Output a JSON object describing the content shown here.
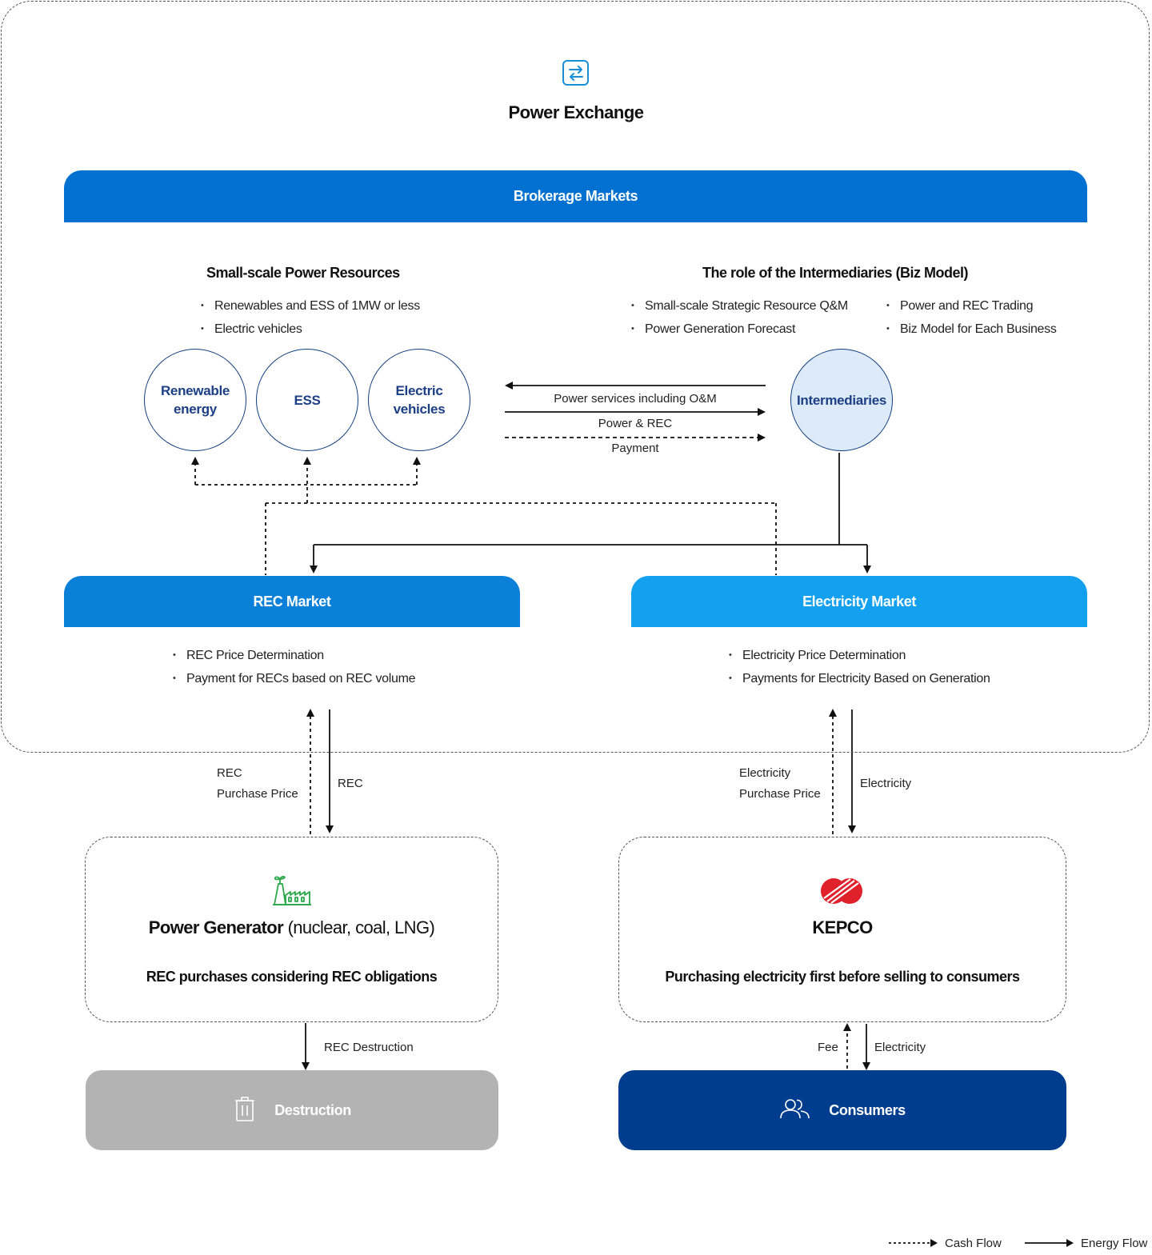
{
  "header": {
    "icon": "exchange-arrows-icon",
    "title": "Power Exchange"
  },
  "brokerage": {
    "label": "Brokerage Markets"
  },
  "small_scale": {
    "heading": "Small-scale Power Resources",
    "bullets": [
      "Renewables and ESS of 1MW or less",
      "Electric vehicles"
    ],
    "circles": [
      "Renewable energy",
      "ESS",
      "Electric vehicles"
    ]
  },
  "intermediaries": {
    "heading": "The role of the Intermediaries (Biz Model)",
    "bullets_left": [
      "Small-scale Strategic Resource Q&M",
      "Power Generation Forecast"
    ],
    "bullets_right": [
      "Power and REC Trading",
      "Biz Model for Each Business"
    ],
    "circle": "Intermediaries"
  },
  "flows": {
    "services": "Power services including O&M",
    "power_rec": "Power & REC",
    "payment": "Payment"
  },
  "rec_market": {
    "label": "REC Market",
    "bullets": [
      "REC Price Determination",
      "Payment for RECs based on REC volume"
    ]
  },
  "elec_market": {
    "label": "Electricity Market",
    "bullets": [
      "Electricity Price Determination",
      "Payments for Electricity Based on Generation"
    ]
  },
  "rec_links": {
    "price_line1": "REC",
    "price_line2": "Purchase Price",
    "rec": "REC"
  },
  "elec_links": {
    "price_line1": "Electricity",
    "price_line2": "Purchase Price",
    "electricity": "Electricity"
  },
  "generator": {
    "icon": "power-plant-icon",
    "title_bold": "Power Generator",
    "title_rest": " (nuclear, coal, LNG)",
    "subtitle": "REC purchases considering REC obligations"
  },
  "kepco": {
    "icon": "kepco-logo-icon",
    "title": "KEPCO",
    "subtitle": "Purchasing electricity first before selling to consumers"
  },
  "destruction_link": {
    "label": "REC Destruction"
  },
  "consumer_links": {
    "fee": "Fee",
    "electricity": "Electricity"
  },
  "destruction": {
    "icon": "trash-icon",
    "label": "Destruction"
  },
  "consumers": {
    "icon": "users-icon",
    "label": "Consumers"
  },
  "legend": {
    "cash": "Cash Flow",
    "energy": "Energy Flow"
  },
  "colors": {
    "brokerage": "#0071d0",
    "rec_market": "#0a80d8",
    "electricity_market": "#12a0ef",
    "circle_text": "#1d3f86",
    "intermediaries_fill": "#ddeaf8",
    "destruction": "#b3b3b3",
    "consumers": "#003d8f",
    "plant_icon": "#2aa84a",
    "kepco_logo": "#e0202a"
  }
}
